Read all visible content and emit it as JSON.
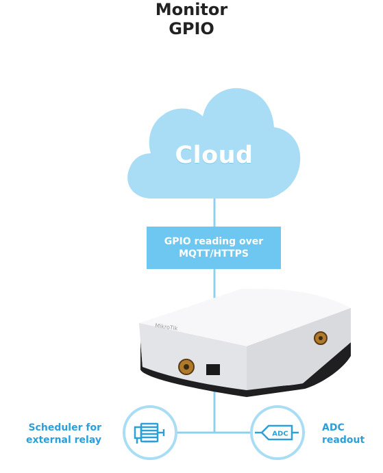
{
  "title": {
    "line1": "Monitor",
    "line2": "GPIO"
  },
  "cloud": {
    "label": "Cloud"
  },
  "connection_box": {
    "line1": "GPIO reading over",
    "line2": "MQTT/HTTPS"
  },
  "left_node": {
    "line1": "Scheduler for",
    "line2": "external relay",
    "icon": "motor-icon"
  },
  "right_node": {
    "line1": "ADC",
    "line2": "readout",
    "icon": "adc-icon",
    "icon_text": "ADC"
  },
  "device": {
    "brand_text": "MikroTik"
  },
  "colors": {
    "accent": "#2d9fd8",
    "cloud": "#a9dcf5",
    "box": "#6dc7f0",
    "line": "#8fd0ee"
  }
}
